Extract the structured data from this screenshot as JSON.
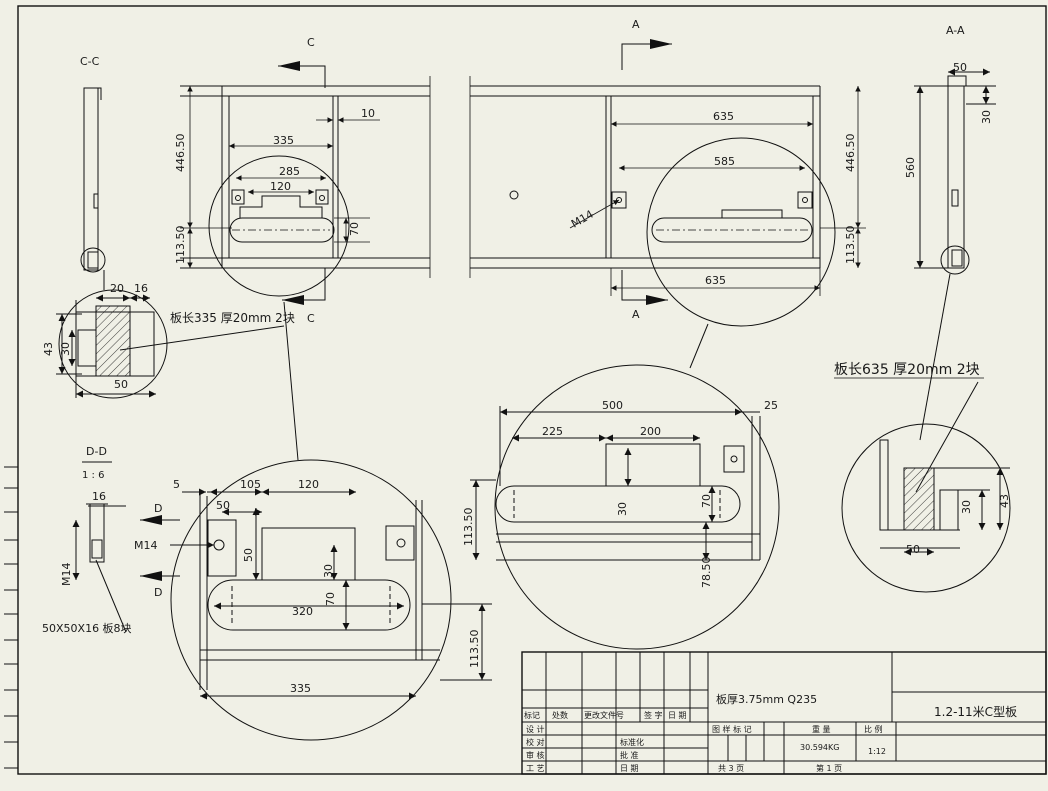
{
  "colors": {
    "paper": "#f0f0e6",
    "ink": "#111111"
  },
  "views": {
    "section_cc": "C-C",
    "section_aa": "A-A",
    "detail_dd": "D-D",
    "detail_dd_scale": "1 : 6",
    "cut_c": "C",
    "cut_a": "A",
    "cut_d": "D"
  },
  "dims": {
    "d335": "335",
    "d285": "285",
    "d120": "120",
    "d10": "10",
    "d44650": "446.50",
    "d11350": "113.50",
    "d70": "70",
    "d635": "635",
    "d585": "585",
    "d50": "50",
    "d30": "30",
    "d560": "560",
    "d20": "20",
    "d16": "16",
    "d43": "43",
    "d500": "500",
    "d25": "25",
    "d225": "225",
    "d200": "200",
    "d7850": "78.50",
    "d5": "5",
    "d105": "105",
    "d320": "320",
    "m14": "M14"
  },
  "notes": {
    "plate335": "板长335 厚20mm 2块",
    "plate635": "板长635 厚20mm 2块",
    "block": "50X50X16 板8块"
  },
  "title_block": {
    "left_row_headers": [
      "标记",
      "处数",
      "更改文件号",
      "签 字",
      "日 期"
    ],
    "left_col_labels": [
      "设 计",
      "校 对",
      "审 核",
      "工 艺"
    ],
    "mid_col_labels": [
      "标准化",
      "批 准",
      "日 期"
    ],
    "material_note": "板厚3.75mm   Q235",
    "stage_mark": "图 样 标 记",
    "weight_label": "重  量",
    "scale_label": "比  例",
    "weight_value": "30.594KG",
    "scale_value": "1:12",
    "sheets_total": "共  3  页",
    "sheet_no": "第  1  页",
    "drawing_title": "1.2-11米C型板"
  }
}
